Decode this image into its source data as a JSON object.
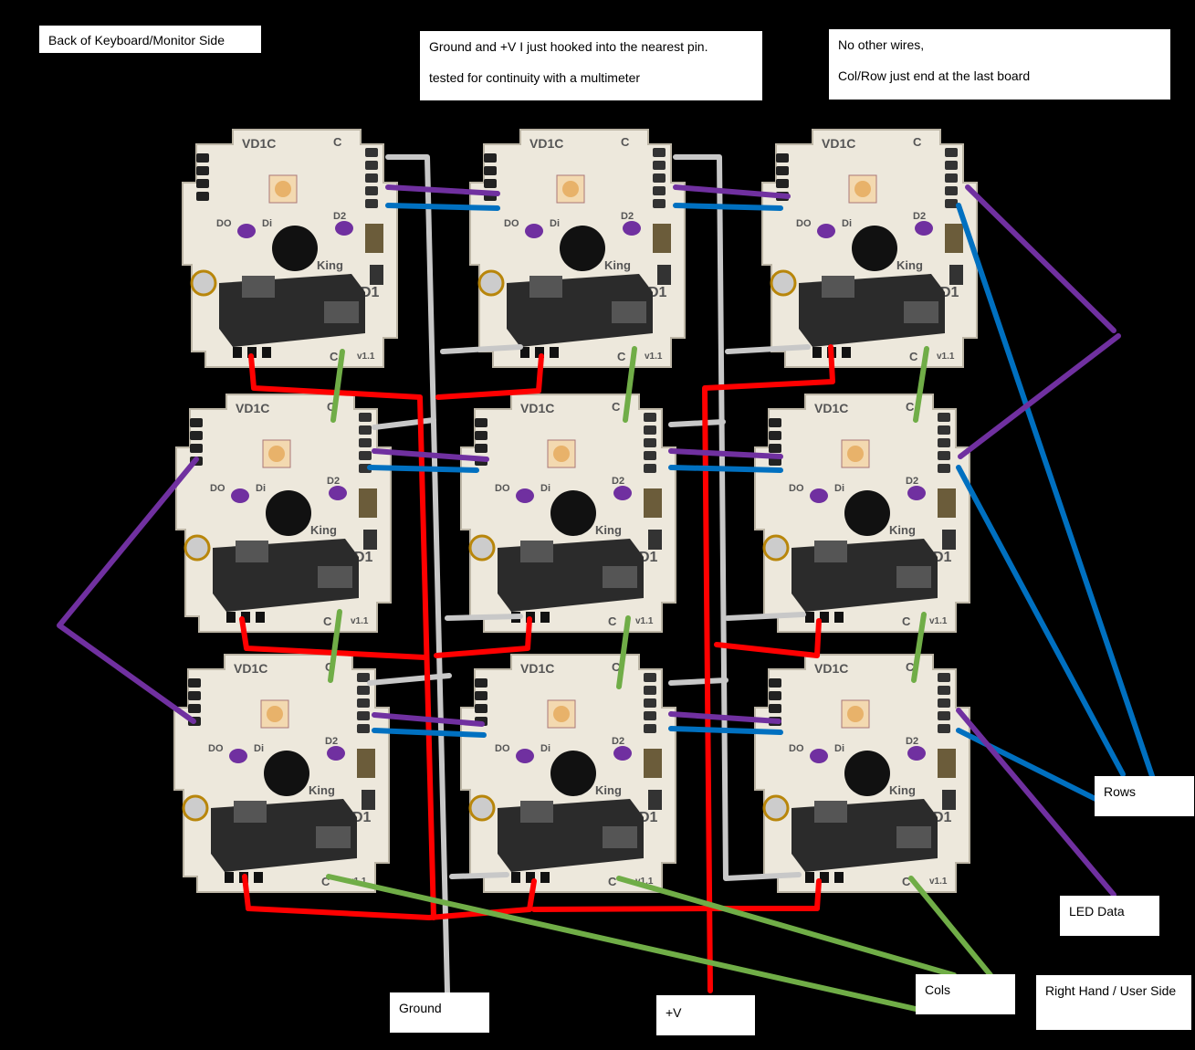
{
  "notes": {
    "back_side": "Back of Keyboard/Monitor Side",
    "ground_line1": "Ground and +V I just hooked into the nearest pin.",
    "ground_line2": "tested for continuity with a multimeter",
    "no_wires_line1": "No other wires,",
    "no_wires_line2": "Col/Row just end at the last board"
  },
  "labels": {
    "rows": "Rows",
    "led_data": "LED Data",
    "cols": "Cols",
    "right_hand": "Right Hand / User Side",
    "ground": "Ground",
    "plus_v": "+V"
  },
  "board": {
    "top_text": "VD1C",
    "col_pin": "C",
    "d1": "D1",
    "d2": "D2",
    "di": "Di",
    "do": "DO",
    "king": "King",
    "version": "v1.1"
  },
  "colors": {
    "background": "#000000",
    "board": "#ede8dc",
    "ground_wire": "#c8c8c8",
    "vplus_wire": "#ff0000",
    "row_wire": "#0070c0",
    "led_wire": "#7030a0",
    "col_wire": "#70ad47",
    "led_dot": "#7030a0"
  }
}
